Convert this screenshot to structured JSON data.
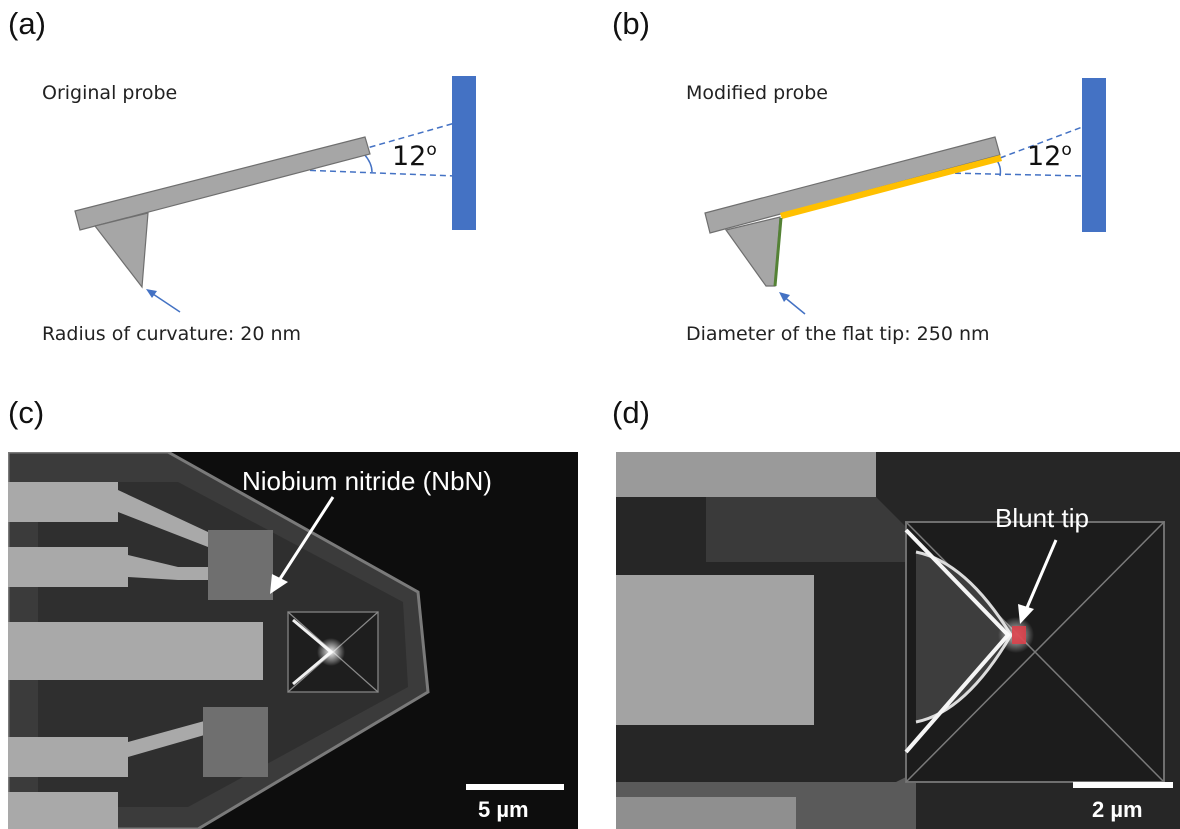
{
  "panels": {
    "a": {
      "label": "(a)",
      "title": "Original probe",
      "angle": "12",
      "angle_unit": "o",
      "annotation": "Radius of curvature: 20 nm"
    },
    "b": {
      "label": "(b)",
      "title": "Modified probe",
      "angle": "12",
      "angle_unit": "o",
      "annotation": "Diameter of the flat tip: 250 nm"
    },
    "c": {
      "label": "(c)",
      "callout": "Niobium nitride (NbN)",
      "scale_bar": "5 µm"
    },
    "d": {
      "label": "(d)",
      "callout": "Blunt tip",
      "scale_bar": "2 µm"
    }
  },
  "colors": {
    "cantilever": "#a6a6a6",
    "wall": "#4472c4",
    "coating": "#ffc000",
    "tip_edge": "#548235",
    "blunt_tip_marker": "#d9404a"
  }
}
